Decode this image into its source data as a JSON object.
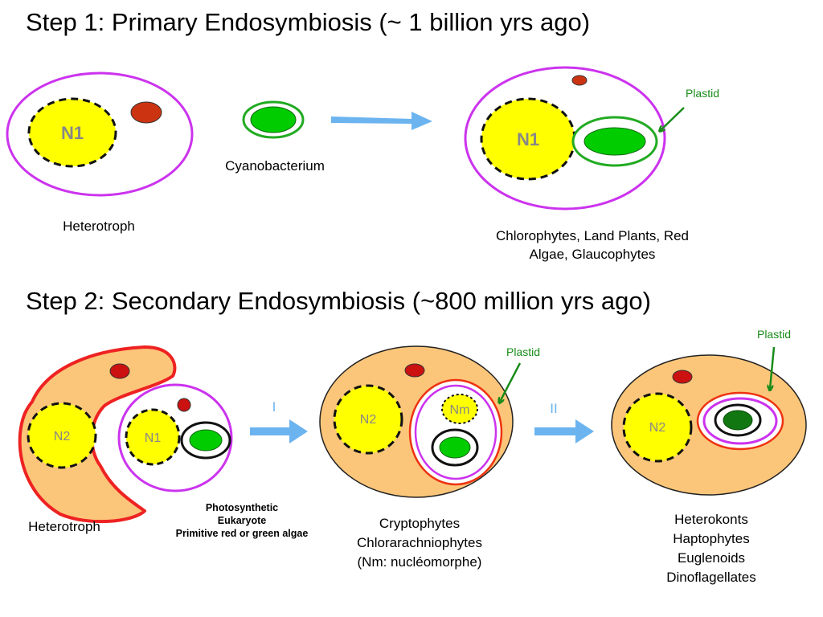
{
  "step1": {
    "title": "Step 1: Primary Endosymbiosis (~ 1 billion yrs ago)",
    "nucleus_label": "N1",
    "cyanobacterium_label": "Cyanobacterium",
    "heterotroph_label": "Heterotroph",
    "plastid_label": "Plastid",
    "result_label_line1": "Chlorophytes, Land Plants, Red",
    "result_label_line2": "Algae, Glaucophytes"
  },
  "step2": {
    "title": "Step 2: Secondary Endosymbiosis (~800 million yrs ago)",
    "heterotroph_nucleus": "N2",
    "eukaryote_nucleus": "N1",
    "heterotroph_label": "Heterotroph",
    "eukaryote_label_line1": "Photosynthetic",
    "eukaryote_label_line2": "Eukaryote",
    "eukaryote_label_line3": "Primitive red or green algae",
    "arrow1_label": "I",
    "arrow2_label": "II",
    "cell2_nucleus": "N2",
    "nucleomorph_label": "Nm",
    "cell2_plastid_label": "Plastid",
    "cell2_label_line1": "Cryptophytes",
    "cell2_label_line2": "Chlorarachniophytes",
    "cell2_label_line3": "(Nm: nucléomorphe)",
    "cell3_nucleus": "N2",
    "cell3_plastid_label": "Plastid",
    "cell3_label_line1": "Heterokonts",
    "cell3_label_line2": "Haptophytes",
    "cell3_label_line3": "Euglenoids",
    "cell3_label_line4": "Dinoflagellates"
  },
  "colors": {
    "cell_membrane": "#cc33ee",
    "nucleus_fill": "#ffff00",
    "plastid_green": "#22aa22",
    "plastid_fill": "#00cc00",
    "organelle_red": "#cc3311",
    "host_fill": "#fcc67a",
    "host_outline": "#ee2222",
    "arrow_blue": "#6cb4f0",
    "label_green": "#1a8c1a"
  }
}
